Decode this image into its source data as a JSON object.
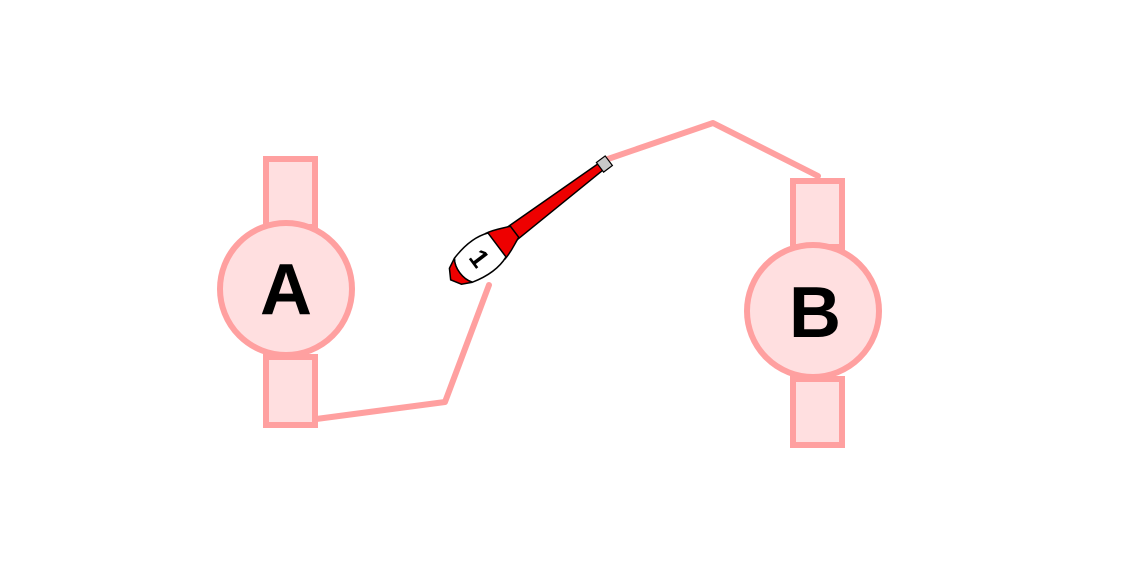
{
  "nodes": [
    {
      "id": "A",
      "label": "A"
    },
    {
      "id": "B",
      "label": "B"
    }
  ],
  "club": {
    "number": "1"
  },
  "colors": {
    "wire": "#ffa0a0",
    "node_fill": "#ffdfe0",
    "node_stroke": "#ffa0a0",
    "club_red": "#ee0000",
    "club_body": "#ffffff",
    "club_cap": "#c8c8c8"
  }
}
